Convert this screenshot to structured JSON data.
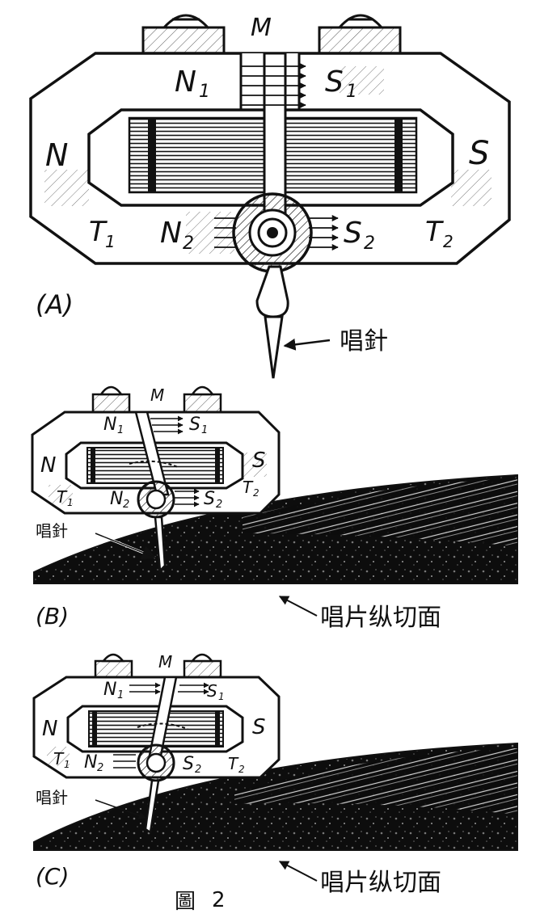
{
  "figure": {
    "caption_char": "圖",
    "caption_number": "2",
    "panel_a": {
      "tag": "(A)",
      "pole_left": "N",
      "pole_right": "S",
      "upper_left": "N",
      "upper_left_sub": "1",
      "upper_right": "S",
      "upper_right_sub": "1",
      "lower_n": "N",
      "lower_n_sub": "2",
      "lower_s": "S",
      "lower_s_sub": "2",
      "t1": "T",
      "t1_sub": "1",
      "t2": "T",
      "t2_sub": "2",
      "armature": "M",
      "needle": "唱針"
    },
    "panel_b": {
      "tag": "(B)",
      "pole_left": "N",
      "pole_right": "S",
      "upper_left": "N",
      "upper_left_sub": "1",
      "upper_right": "S",
      "upper_right_sub": "1",
      "lower_n": "N",
      "lower_n_sub": "2",
      "lower_s": "S",
      "lower_s_sub": "2",
      "t1": "T",
      "t1_sub": "1",
      "t2": "T",
      "t2_sub": "2",
      "armature": "M",
      "needle": "唱針",
      "record": "唱片纵切面"
    },
    "panel_c": {
      "tag": "(C)",
      "pole_left": "N",
      "pole_right": "S",
      "upper_left": "N",
      "upper_left_sub": "1",
      "upper_right": "S",
      "upper_right_sub": "1",
      "lower_n": "N",
      "lower_n_sub": "2",
      "lower_s": "S",
      "lower_s_sub": "2",
      "t1": "T",
      "t1_sub": "1",
      "t2": "T",
      "t2_sub": "2",
      "armature": "M",
      "needle": "唱針",
      "record": "唱片纵切面"
    }
  }
}
